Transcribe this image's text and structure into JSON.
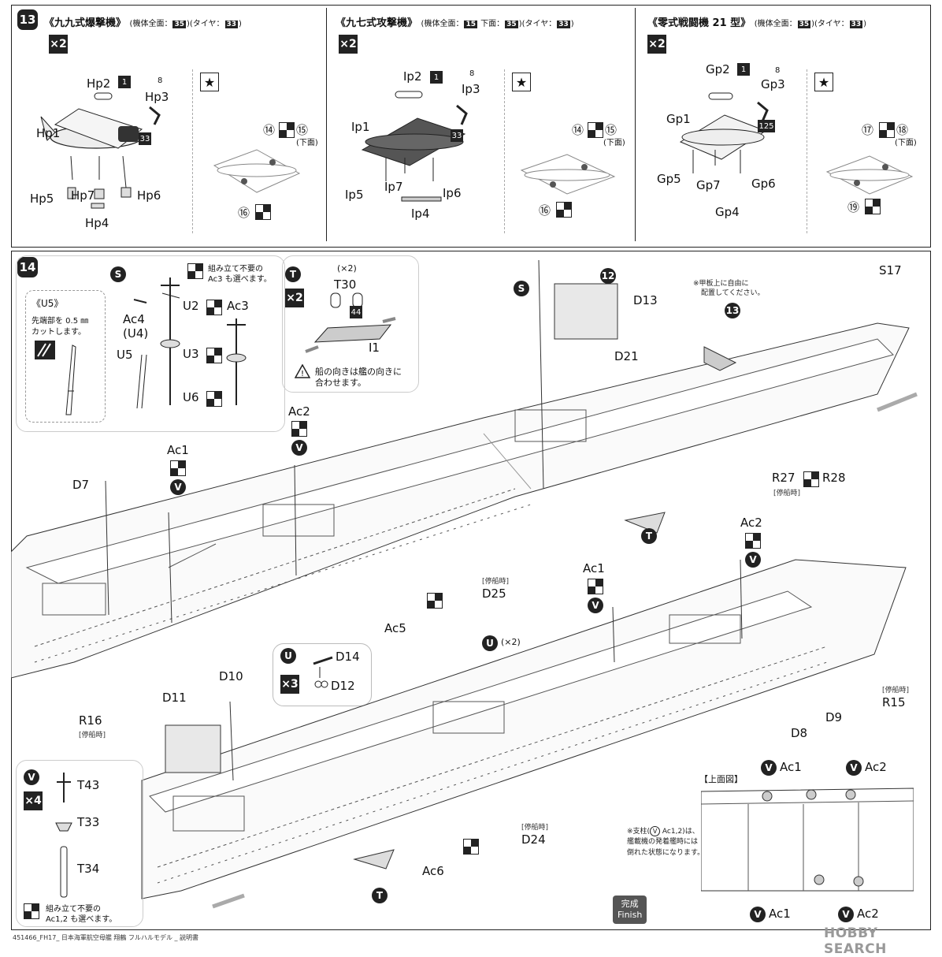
{
  "step13": {
    "num": "13",
    "col1": {
      "title": "《九九式爆撃機》",
      "info_prefix": "(機体全面：",
      "info_box1": "35",
      "info_mid": ")(タイヤ：",
      "info_box2": "33",
      "info_end": ")",
      "qty": "×2",
      "parts": [
        "Hp1",
        "Hp2",
        "Hp3",
        "Hp4",
        "Hp5",
        "Hp6",
        "Hp7"
      ],
      "badge1": "1",
      "badge2": "8",
      "badge3": "33",
      "marks": [
        "⑭",
        "⑮",
        "(下面)",
        "⑯"
      ]
    },
    "col2": {
      "title": "《九七式攻撃機》",
      "info_prefix": "(機体全面：",
      "info_box1": "15",
      "info_mid1": " 下面：",
      "info_box2": "35",
      "info_mid2": ")(タイヤ：",
      "info_box3": "33",
      "info_end": ")",
      "qty": "×2",
      "parts": [
        "Ip1",
        "Ip2",
        "Ip3",
        "Ip4",
        "Ip5",
        "Ip6",
        "Ip7"
      ],
      "badge1": "1",
      "badge2": "8",
      "badge3": "33",
      "marks": [
        "⑭",
        "⑮",
        "(下面)",
        "⑯"
      ]
    },
    "col3": {
      "title": "《零式戦闘機 21 型》",
      "info_prefix": "(機体全面：",
      "info_box1": "35",
      "info_mid": ")(タイヤ：",
      "info_box2": "33",
      "info_end": ")",
      "qty": "×2",
      "parts": [
        "Gp1",
        "Gp2",
        "Gp3",
        "Gp4",
        "Gp5",
        "Gp6",
        "Gp7"
      ],
      "badge1": "1",
      "badge2": "8",
      "badge3": "125",
      "marks": [
        "⑰",
        "⑱",
        "(下面)",
        "⑲"
      ]
    }
  },
  "step14": {
    "num": "14",
    "u5_box": {
      "title": "《U5》",
      "text1": "先端部を 0.5 ㎜",
      "text2": "カットします。"
    },
    "s_group": {
      "letter": "S",
      "note1": "組み立て不要の",
      "note2": "Ac3 も選べます。",
      "parts": [
        "Ac4",
        "(U4)",
        "U2",
        "Ac3",
        "U5",
        "U3",
        "U6"
      ]
    },
    "t_group": {
      "letter": "T",
      "qty": "×2",
      "multi": "(×2)",
      "parts": [
        "T30",
        "I1"
      ],
      "badge": "44",
      "warning1": "船の向きは艦の向きに",
      "warning2": "合わせます。"
    },
    "ship_top": {
      "labels": [
        "S",
        "12",
        "D13",
        "D21",
        "S17",
        "13",
        "Ac2",
        "V",
        "Ac1",
        "V",
        "D7",
        "R27",
        "R28",
        "[停船時]",
        "T",
        "Ac5",
        "D25",
        "[停船時]",
        "D10",
        "D11",
        "R16",
        "[停船時]"
      ],
      "deck_note1": "※甲板上に自由に",
      "deck_note2": "配置してください。"
    },
    "u_group": {
      "letter": "U",
      "multi": "(×2)",
      "qty": "×3",
      "parts": [
        "D14",
        "D12"
      ]
    },
    "ship_bottom": {
      "labels": [
        "Ac2",
        "V",
        "Ac1",
        "V",
        "R15",
        "[停船時]",
        "D9",
        "D8",
        "D24",
        "[停船時]",
        "Ac6",
        "T"
      ]
    },
    "v_group": {
      "letter": "V",
      "qty": "×4",
      "parts": [
        "T43",
        "T33",
        "T34"
      ],
      "note1": "組み立て不要の",
      "note2": "Ac1,2 も選べます。"
    },
    "top_view": {
      "title": "【上面図】",
      "top_labels": [
        "Ac1",
        "Ac2"
      ],
      "bottom_labels": [
        "Ac1",
        "Ac2"
      ],
      "note1": "※支柱(",
      "note1b": " Ac1,2)は、",
      "note2": "艦載機の発着艦時には",
      "note3": "倒れた状態になります。"
    },
    "finish": {
      "jp": "完成",
      "en": "Finish"
    }
  },
  "footer": "451466_FH17_ 日本海軍航空母艦 翔鶴 フルハルモデル _ 説明書",
  "watermark": "HOBBY SEARCH"
}
